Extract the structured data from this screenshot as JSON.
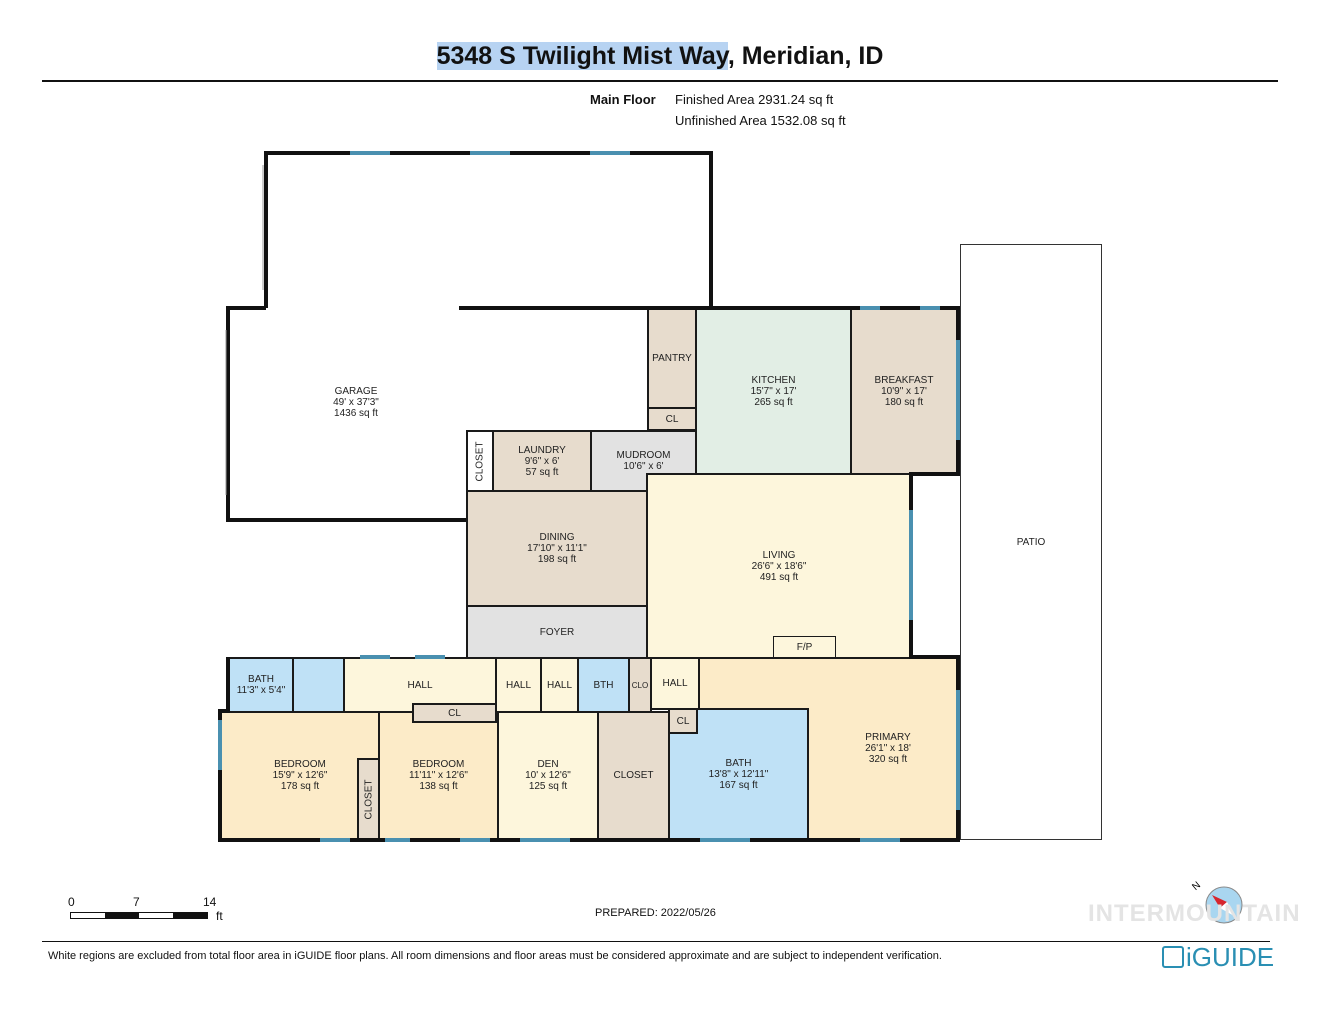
{
  "header": {
    "address_highlighted": "5348 S Twilight Mist Way",
    "address_rest": ", Meridian, ID"
  },
  "floor": {
    "label": "Main Floor",
    "finished": "Finished Area 2931.24 sq ft",
    "unfinished": "Unfinished Area 1532.08 sq ft"
  },
  "rooms": {
    "garage": {
      "name": "GARAGE",
      "dims": "49' x 37'3\"",
      "area": "1436 sq ft"
    },
    "pantry": {
      "name": "PANTRY"
    },
    "pantry_cl": {
      "name": "CL"
    },
    "kitchen": {
      "name": "KITCHEN",
      "dims": "15'7\" x 17'",
      "area": "265 sq ft"
    },
    "breakfast": {
      "name": "BREAKFAST",
      "dims": "10'9\" x 17'",
      "area": "180 sq ft"
    },
    "closet_laundry": {
      "name": "CLOSET"
    },
    "laundry": {
      "name": "LAUNDRY",
      "dims": "9'6\" x 6'",
      "area": "57 sq ft"
    },
    "mudroom": {
      "name": "MUDROOM",
      "dims": "10'6\" x 6'"
    },
    "dining": {
      "name": "DINING",
      "dims": "17'10\" x 11'1\"",
      "area": "198 sq ft"
    },
    "living": {
      "name": "LIVING",
      "dims": "26'6\" x 18'6\"",
      "area": "491 sq ft"
    },
    "fireplace": {
      "name": "F/P"
    },
    "patio": {
      "name": "PATIO"
    },
    "foyer": {
      "name": "FOYER"
    },
    "bath1": {
      "name": "BATH",
      "dims": "11'3\" x 5'4\""
    },
    "hall1": {
      "name": "HALL"
    },
    "hall2": {
      "name": "HALL"
    },
    "hall3": {
      "name": "HALL"
    },
    "bth": {
      "name": "BTH"
    },
    "clo": {
      "name": "CLO"
    },
    "hall4": {
      "name": "HALL"
    },
    "bedroom1": {
      "name": "BEDROOM",
      "dims": "15'9\" x 12'6\"",
      "area": "178 sq ft"
    },
    "closet_b1": {
      "name": "CLOSET"
    },
    "bedroom2": {
      "name": "BEDROOM",
      "dims": "11'11\" x 12'6\"",
      "area": "138 sq ft"
    },
    "cl_b2": {
      "name": "CL"
    },
    "den": {
      "name": "DEN",
      "dims": "10' x 12'6\"",
      "area": "125 sq ft"
    },
    "closet_primary": {
      "name": "CLOSET"
    },
    "cl_bath": {
      "name": "CL"
    },
    "bath_primary": {
      "name": "BATH",
      "dims": "13'8\" x 12'11\"",
      "area": "167 sq ft"
    },
    "primary": {
      "name": "PRIMARY",
      "dims": "26'1\" x 18'",
      "area": "320 sq ft"
    }
  },
  "scale": {
    "t0": "0",
    "t1": "7",
    "t2": "14",
    "unit": "ft"
  },
  "prepared": "PREPARED: 2022/05/26",
  "disclaimer": "White regions are excluded from total floor area in iGUIDE floor plans. All room dimensions and floor areas must be considered approximate and are subject to independent verification.",
  "compass": {
    "label": "N",
    "needle_color": "#d7262e",
    "dial_color": "#a9d6f0"
  },
  "watermark": "INTERMOUNTAIN",
  "logo": "iGUIDE"
}
